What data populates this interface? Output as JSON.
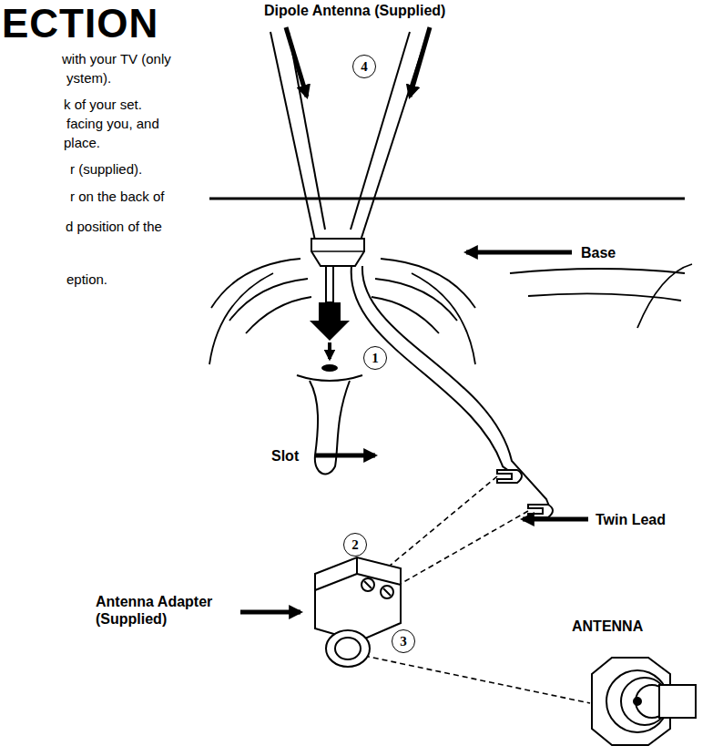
{
  "diagram": {
    "title": "ECTION",
    "nodes": [
      {
        "text": [
          "4"
        ]
      },
      {
        "text": [
          "1"
        ]
      },
      {
        "text": [
          "2"
        ]
      },
      {
        "text": [
          "3"
        ]
      }
    ],
    "labels": [
      "with your TV (only",
      "ystem).",
      "k of your set.",
      "facing you, and",
      "place.",
      "r (supplied).",
      "r on the back of",
      "d position of the",
      "eption.",
      "Dipole Antenna (Supplied)",
      "Base",
      "Slot",
      "Twin Lead",
      "Antenna Adapter (Supplied)",
      "ANTENNA"
    ]
  }
}
